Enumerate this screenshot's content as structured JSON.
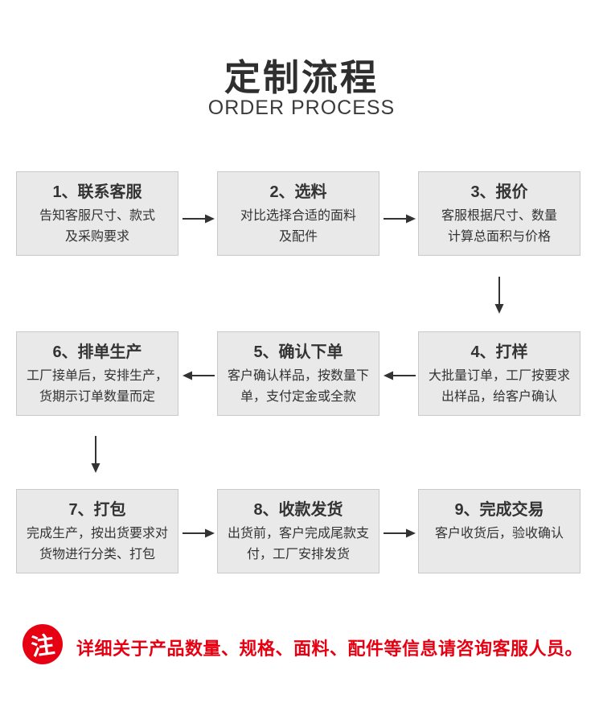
{
  "header": {
    "title": "定制流程",
    "subtitle": "ORDER PROCESS"
  },
  "steps": [
    {
      "title": "1、联系客服",
      "body": "告知客服尺寸、款式\n及采购要求"
    },
    {
      "title": "2、选料",
      "body": "对比选择合适的面料\n及配件"
    },
    {
      "title": "3、报价",
      "body": "客服根据尺寸、数量\n计算总面积与价格"
    },
    {
      "title": "4、打样",
      "body": "大批量订单，工厂按要求\n出样品，给客户确认"
    },
    {
      "title": "5、确认下单",
      "body": "客户确认样品，按数量下\n单，支付定金或全款"
    },
    {
      "title": "6、排单生产",
      "body": "工厂接单后，安排生产，\n货期示订单数量而定"
    },
    {
      "title": "7、打包",
      "body": "完成生产，按出货要求对\n货物进行分类、打包"
    },
    {
      "title": "8、收款发货",
      "body": "出货前，客户完成尾款支\n付，工厂安排发货"
    },
    {
      "title": "9、完成交易",
      "body": "客户收货后，验收确认"
    }
  ],
  "note": {
    "badge": "注",
    "text": "详细关于产品数量、规格、面料、配件等信息请咨询客服人员。"
  },
  "colors": {
    "accent_red": "#e60012",
    "box_bg": "#e9e9e9",
    "box_border": "#c9c9c9",
    "text": "#333333"
  }
}
